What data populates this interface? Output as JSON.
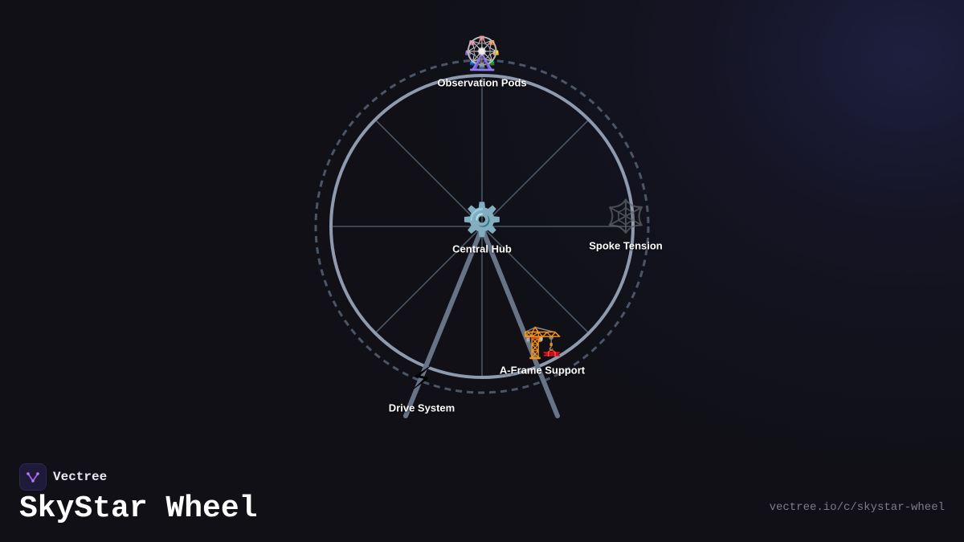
{
  "brand": {
    "name": "Vectree",
    "logo_icon": "vectree-logo-icon",
    "accent_color": "#9b5de5"
  },
  "title": "SkyStar Wheel",
  "url": "vectree.io/c/skystar-wheel",
  "diagram": {
    "colors": {
      "rim": "#8e9aad",
      "dashed_ring": "#4b5568",
      "spokes": "#4a5566",
      "legs": "#677387"
    },
    "nodes": {
      "observation_pods": {
        "label": "Observation Pods",
        "icon": "ferris-wheel-icon",
        "glyph": "🎡"
      },
      "central_hub": {
        "label": "Central Hub",
        "icon": "gear-icon",
        "glyph": "⚙️"
      },
      "spoke_tension": {
        "label": "Spoke Tension",
        "icon": "spider-web-icon",
        "glyph": "🕸️"
      },
      "a_frame_support": {
        "label": "A-Frame Support",
        "icon": "construction-crane-icon",
        "glyph": "🏗️"
      },
      "drive_system": {
        "label": "Drive System",
        "icon": "lightning-bolt-icon",
        "glyph": "⚡"
      }
    }
  }
}
